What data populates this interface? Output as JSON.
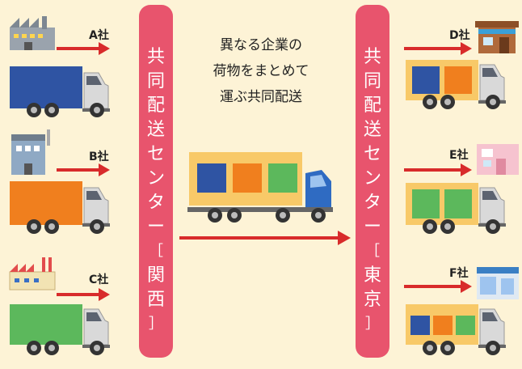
{
  "companies_left": [
    {
      "name": "A社",
      "truck_color": "#2f54a3"
    },
    {
      "name": "B社",
      "truck_color": "#f07f1e"
    },
    {
      "name": "C社",
      "truck_color": "#5cb85c"
    }
  ],
  "companies_right": [
    {
      "name": "D社"
    },
    {
      "name": "E社"
    },
    {
      "name": "F社"
    }
  ],
  "center_left": {
    "chars": [
      "共",
      "同",
      "配",
      "送",
      "セ",
      "ン",
      "タ",
      "ー",
      "［",
      "関",
      "西",
      "］"
    ]
  },
  "center_right": {
    "chars": [
      "共",
      "同",
      "配",
      "送",
      "セ",
      "ン",
      "タ",
      "ー",
      "［",
      "東",
      "京",
      "］"
    ]
  },
  "description": {
    "line1": "異なる企業の",
    "line2": "荷物をまとめて",
    "line3": "運ぶ共同配送"
  },
  "colors": {
    "band": "#e8546d",
    "arrow": "#d82b2b",
    "background": "#fdf3d6",
    "cargo_box": "#f8c968"
  }
}
